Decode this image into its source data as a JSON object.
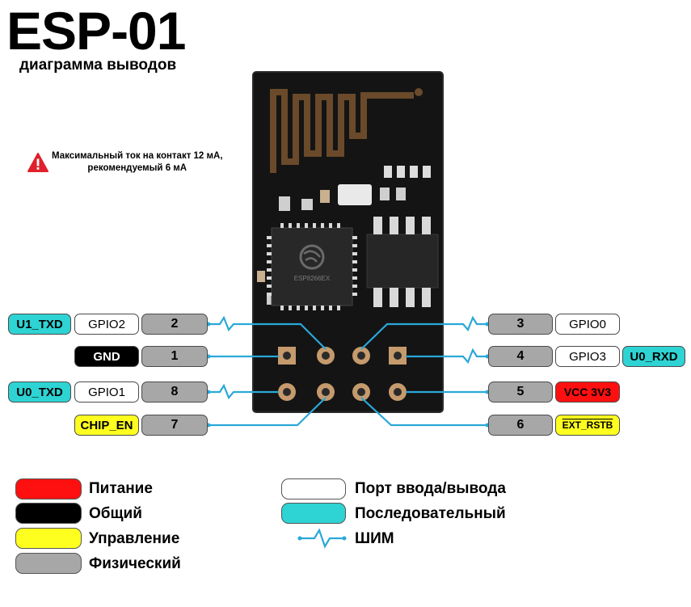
{
  "title": "ESP-01",
  "subtitle": "диаграмма выводов",
  "warning": {
    "line1": "Максимальный ток на контакт 12 мА,",
    "line2": "рекомендуемый 6 мА"
  },
  "chip_label": "ESP8266EX",
  "pins": {
    "left": [
      {
        "number": "2",
        "name": "GPIO2",
        "alt": "U1_TXD"
      },
      {
        "number": "1",
        "name": "GND"
      },
      {
        "number": "8",
        "name": "GPIO1",
        "alt": "U0_TXD"
      },
      {
        "number": "7",
        "name": "CHIP_EN"
      }
    ],
    "right": [
      {
        "number": "3",
        "name": "GPIO0"
      },
      {
        "number": "4",
        "name": "GPIO3",
        "alt": "U0_RXD"
      },
      {
        "number": "5",
        "name": "VCC 3V3"
      },
      {
        "number": "6",
        "name": "EXT_RSTB"
      }
    ]
  },
  "legend": {
    "power": "Питание",
    "ground": "Общий",
    "control": "Управление",
    "physical": "Физический",
    "io": "Порт ввода/вывода",
    "serial": "Последовательный",
    "pwm": "ШИМ"
  },
  "colors": {
    "power": "#ff1010",
    "ground": "#000000",
    "control": "#ffff1f",
    "physical": "#a7a7a7",
    "io": "#ffffff",
    "serial": "#2ed3d3",
    "wire": "#2aa8d8",
    "board": "#141414",
    "pad": "#c59a6c"
  }
}
